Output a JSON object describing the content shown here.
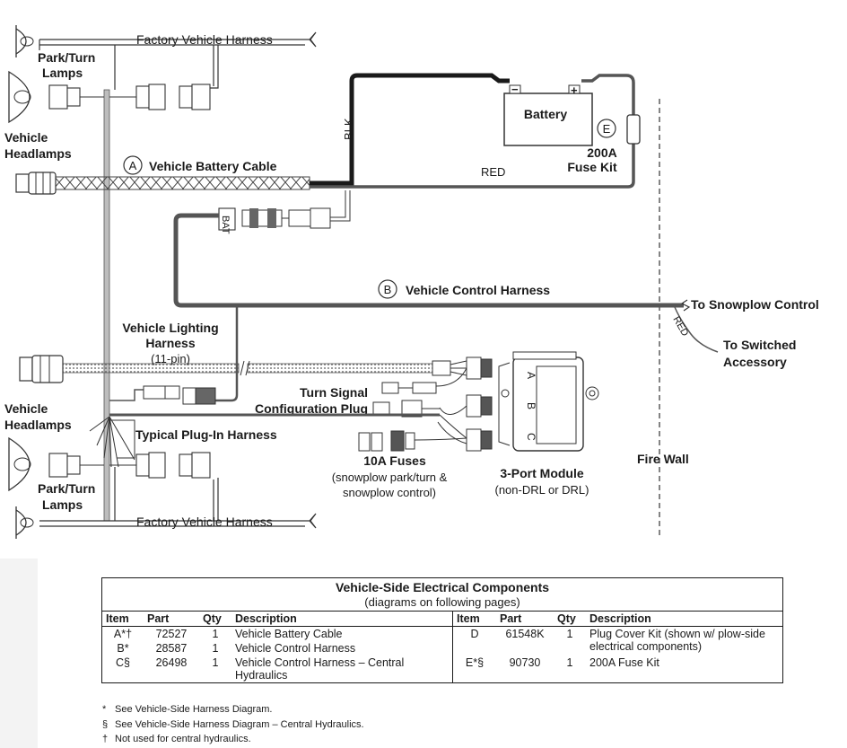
{
  "diagram": {
    "labels": {
      "factory_harness_top": "Factory Vehicle Harness",
      "factory_harness_bottom": "Factory Vehicle Harness",
      "park_turn_top_1": "Park/Turn",
      "park_turn_top_2": "Lamps",
      "park_turn_bottom_1": "Park/Turn",
      "park_turn_bottom_2": "Lamps",
      "headlamps_top_1": "Vehicle",
      "headlamps_top_2": "Headlamps",
      "headlamps_bottom_1": "Vehicle",
      "headlamps_bottom_2": "Headlamps",
      "battery": "Battery",
      "battery_neg": "−",
      "battery_pos": "+",
      "fuse_kit_1": "200A",
      "fuse_kit_2": "Fuse Kit",
      "blk": "BLK",
      "red_top": "RED",
      "red_bottom": "RED",
      "bat": "BAT",
      "callout_a": "A",
      "callout_b": "B",
      "callout_e": "E",
      "battery_cable": "Vehicle Battery Cable",
      "control_harness": "Vehicle Control Harness",
      "to_snowplow": "To Snowplow Control",
      "to_switched_1": "To Switched",
      "to_switched_2": "Accessory",
      "lighting_1": "Vehicle Lighting",
      "lighting_2": "Harness",
      "lighting_3": "(11-pin)",
      "turn_signal_1": "Turn Signal",
      "turn_signal_2": "Configuration Plug",
      "plug_in_harness": "Typical Plug-In Harness",
      "fuses_1": "10A Fuses",
      "fuses_2": "(snowplow park/turn &",
      "fuses_3": "snowplow control)",
      "module_1": "3-Port Module",
      "module_2": "(non-DRL or DRL)",
      "port_a": "A",
      "port_b": "B",
      "port_c": "C",
      "fire_wall": "Fire Wall"
    }
  },
  "table": {
    "title": "Vehicle-Side Electrical Components",
    "subtitle": "(diagrams on following pages)",
    "headers": [
      "Item",
      "Part",
      "Qty",
      "Description",
      "Item",
      "Part",
      "Qty",
      "Description"
    ],
    "left_rows": [
      {
        "item": "A*†",
        "part": "72527",
        "qty": "1",
        "desc": "Vehicle Battery Cable"
      },
      {
        "item": "B*",
        "part": "28587",
        "qty": "1",
        "desc": "Vehicle Control Harness"
      },
      {
        "item": "C§",
        "part": "26498",
        "qty": "1",
        "desc": "Vehicle Control Harness – Central Hydraulics"
      }
    ],
    "right_rows": [
      {
        "item": "D",
        "part": "61548K",
        "qty": "1",
        "desc": "Plug Cover Kit (shown w/ plow-side electrical components)"
      },
      {
        "item": "E*§",
        "part": "90730",
        "qty": "1",
        "desc": "200A Fuse Kit"
      },
      {
        "item": "",
        "part": "",
        "qty": "",
        "desc": ""
      }
    ]
  },
  "notes": [
    {
      "mark": "*",
      "text": "See Vehicle-Side Harness Diagram."
    },
    {
      "mark": "§",
      "text": "See Vehicle-Side Harness Diagram – Central Hydraulics."
    },
    {
      "mark": "†",
      "text": "Not used for central hydraulics."
    }
  ]
}
